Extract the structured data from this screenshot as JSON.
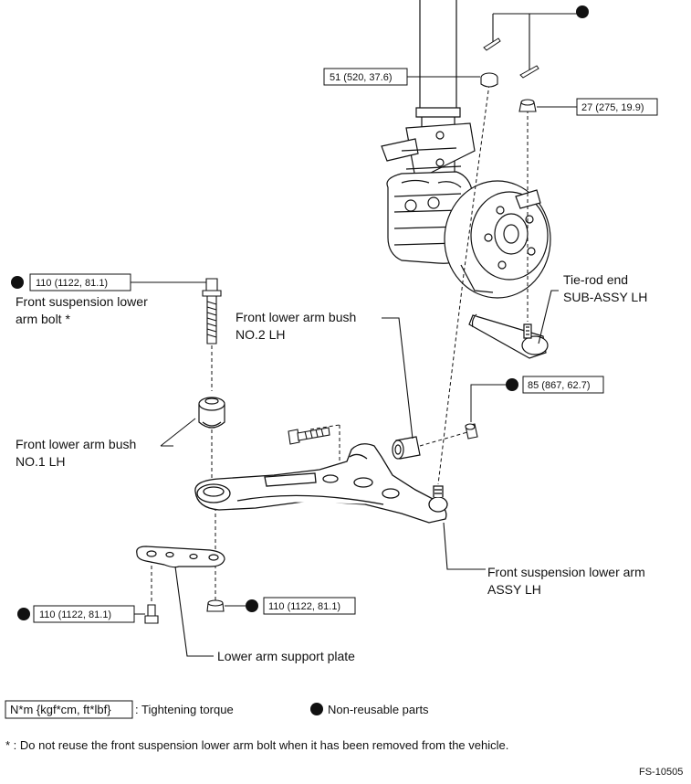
{
  "torques": {
    "strut_nut": "51 (520, 37.6)",
    "tie_rod_nut": "27 (275, 19.9)",
    "lower_arm_bolt": "110 (1122, 81.1)",
    "bush_no2_nut": "85 (867, 62.7)",
    "support_plate_nut": "110 (1122, 81.1)",
    "support_plate_bolt": "110 (1122, 81.1)"
  },
  "labels": {
    "lower_arm_bolt_l1": "Front suspension lower",
    "lower_arm_bolt_l2": "arm bolt *",
    "bush_no2_l1": "Front lower arm bush",
    "bush_no2_l2": "NO.2 LH",
    "bush_no1_l1": "Front lower arm bush",
    "bush_no1_l2": "NO.1 LH",
    "tie_rod_l1": "Tie-rod end",
    "tie_rod_l2": "SUB-ASSY LH",
    "lower_arm_l1": "Front suspension lower arm",
    "lower_arm_l2": "ASSY LH",
    "support_plate": "Lower arm support plate"
  },
  "legend": {
    "unit_box": "N*m {kgf*cm, ft*lbf}",
    "unit_text": ": Tightening torque",
    "nonreusable": "Non-reusable parts"
  },
  "footnote": "* :  Do not reuse the front suspension lower arm bolt when it has been removed from the vehicle.",
  "figure_id": "FS-10505",
  "colors": {
    "ink": "#111111",
    "background": "#ffffff"
  }
}
